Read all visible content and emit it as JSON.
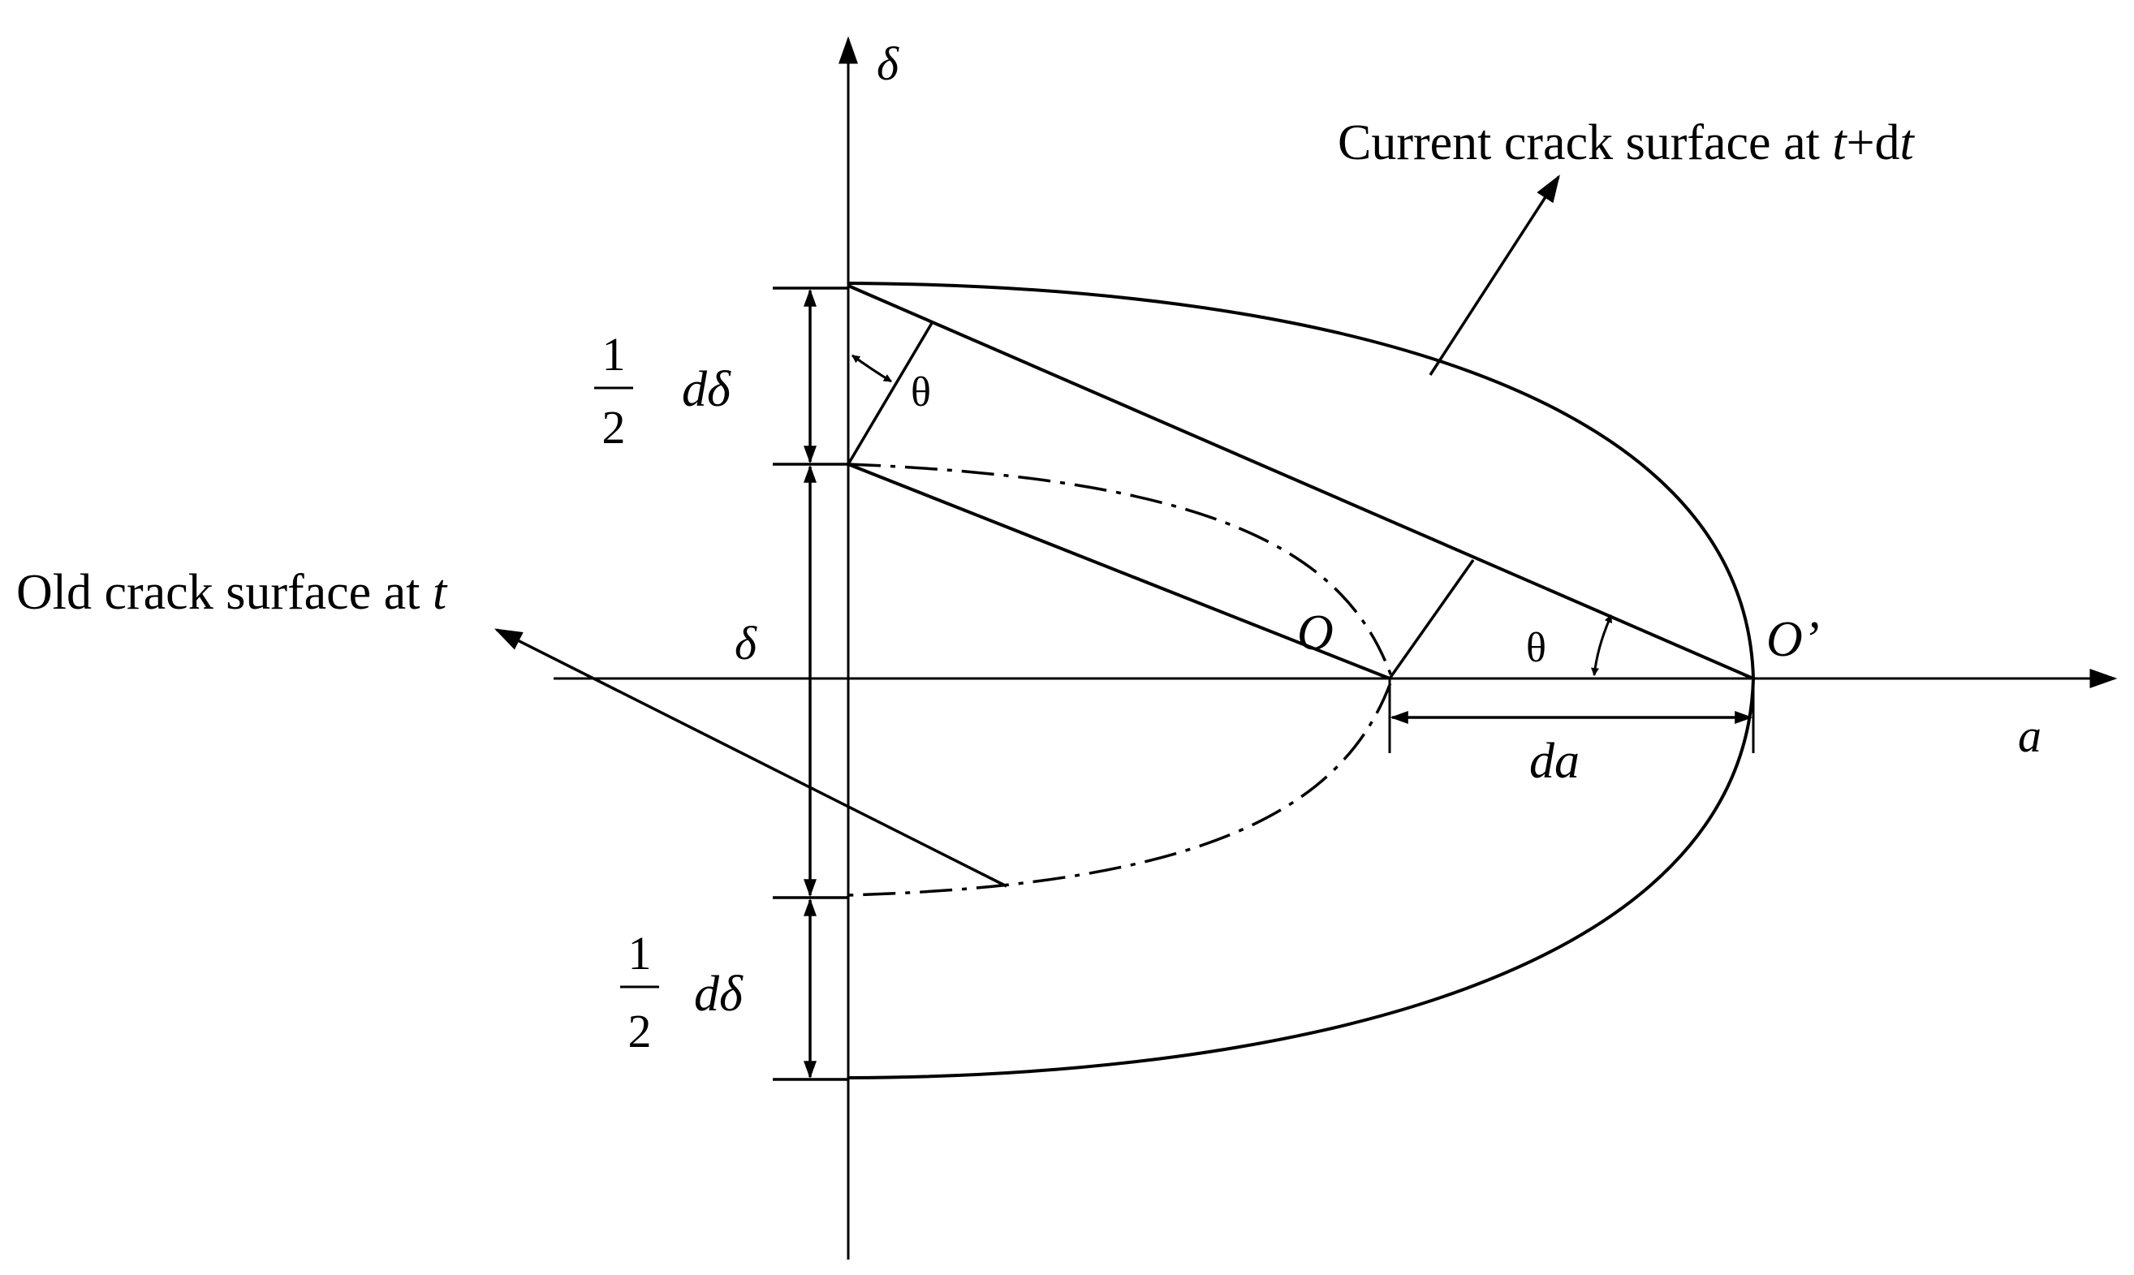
{
  "labels": {
    "delta_axis": "δ",
    "a_axis": "a",
    "current_surface": {
      "prefix": "Current crack surface at ",
      "t": "t",
      "plus_d": "+d",
      "t2": "t"
    },
    "old_surface": {
      "prefix": "Old crack surface at ",
      "t": "t"
    },
    "half_top": {
      "numerator": "1",
      "denominator": "2",
      "symbol": "dδ"
    },
    "half_bottom": {
      "numerator": "1",
      "denominator": "2",
      "symbol": "dδ"
    },
    "delta_dim": "δ",
    "theta_top": "θ",
    "theta_right": "θ",
    "point_o": "O",
    "point_o_prime": "O’",
    "da": "da"
  },
  "colors": {
    "ink": "#000000",
    "background": "#ffffff"
  }
}
